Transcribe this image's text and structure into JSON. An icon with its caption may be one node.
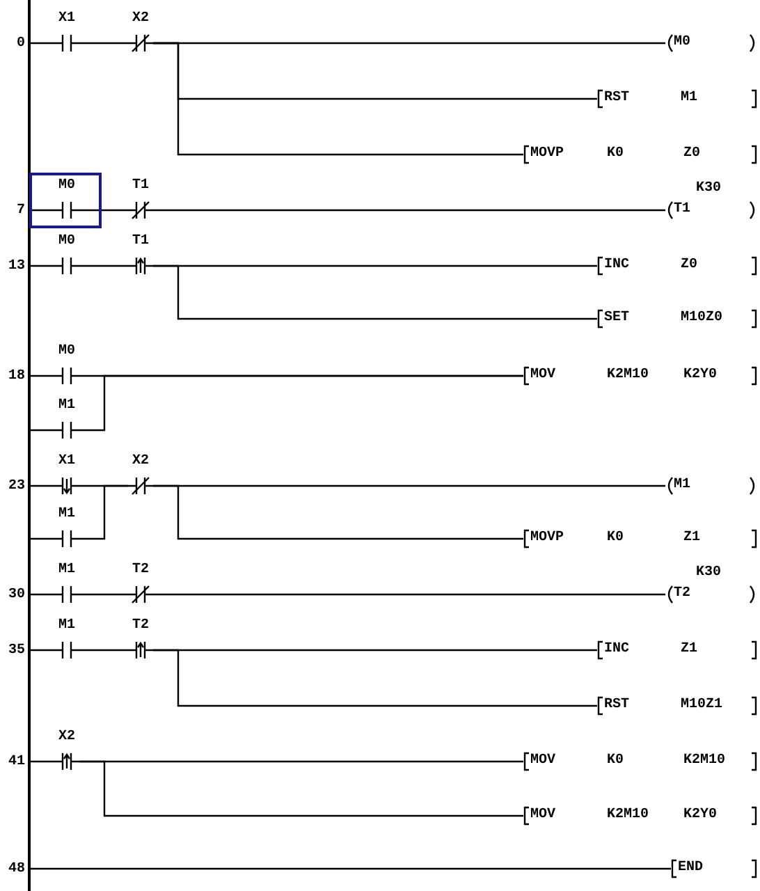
{
  "diagram": {
    "nodes": [
      {
        "text": [],
        "shape": "bar"
      },
      {
        "text": [
          "X1"
        ]
      },
      {
        "text": [
          "X2"
        ]
      },
      {
        "text": [
          "M0"
        ]
      },
      {
        "text": [
          "RST",
          "M1"
        ]
      },
      {
        "text": [
          "MOVP",
          "K0",
          "Z0"
        ]
      },
      {
        "text": [
          "M0"
        ]
      },
      {
        "text": [
          "T1"
        ]
      },
      {
        "text": [
          "T1"
        ],
        "beside": [
          "K30"
        ]
      },
      {
        "text": [
          "M0"
        ]
      },
      {
        "text": [
          "T1"
        ]
      },
      {
        "text": [
          "INC",
          "Z0"
        ]
      },
      {
        "text": [
          "SET",
          "M10Z0"
        ]
      },
      {
        "text": [
          "M0"
        ]
      },
      {
        "text": [
          "M1"
        ]
      },
      {
        "text": [
          "MOV",
          "K2M10",
          "K2Y0"
        ]
      },
      {
        "text": [
          "X1"
        ]
      },
      {
        "text": [
          "M1"
        ]
      },
      {
        "text": [
          "X2"
        ]
      },
      {
        "text": [
          "M1"
        ]
      },
      {
        "text": [
          "MOVP",
          "K0",
          "Z1"
        ]
      },
      {
        "text": [
          "M1"
        ]
      },
      {
        "text": [
          "T2"
        ]
      },
      {
        "text": [
          "T2"
        ],
        "beside": [
          "K30"
        ]
      },
      {
        "text": [
          "M1"
        ]
      },
      {
        "text": [
          "T2"
        ]
      },
      {
        "text": [
          "INC",
          "Z1"
        ]
      },
      {
        "text": [
          "RST",
          "M10Z1"
        ]
      },
      {
        "text": [
          "X2"
        ]
      },
      {
        "text": [
          "MOV",
          "K0",
          "K2M10"
        ]
      },
      {
        "text": [
          "MOV",
          "K2M10",
          "K2Y0"
        ]
      },
      {
        "text": [
          "END"
        ]
      }
    ],
    "edges": [
      {
        "from": 0,
        "to": 1,
        "arrow": "none"
      },
      {
        "from": 1,
        "to": 2,
        "arrow": "none"
      },
      {
        "from": 2,
        "to": 3,
        "arrow": "none"
      },
      {
        "from": 2,
        "to": 4,
        "arrow": "none"
      },
      {
        "from": 2,
        "to": 5,
        "arrow": "none"
      },
      {
        "from": 0,
        "to": 6,
        "arrow": "none"
      },
      {
        "from": 6,
        "to": 7,
        "arrow": "none"
      },
      {
        "from": 7,
        "to": 8,
        "arrow": "none"
      },
      {
        "from": 0,
        "to": 9,
        "arrow": "none"
      },
      {
        "from": 9,
        "to": 10,
        "arrow": "none"
      },
      {
        "from": 10,
        "to": 11,
        "arrow": "none"
      },
      {
        "from": 10,
        "to": 12,
        "arrow": "none"
      },
      {
        "from": 0,
        "to": 13,
        "arrow": "none"
      },
      {
        "from": 0,
        "to": 14,
        "arrow": "none"
      },
      {
        "from": 13,
        "to": 15,
        "arrow": "none"
      },
      {
        "from": 14,
        "to": 15,
        "arrow": "none"
      },
      {
        "from": 0,
        "to": 16,
        "arrow": "none"
      },
      {
        "from": 0,
        "to": 17,
        "arrow": "none"
      },
      {
        "from": 16,
        "to": 18,
        "arrow": "none"
      },
      {
        "from": 17,
        "to": 18,
        "arrow": "none"
      },
      {
        "from": 18,
        "to": 19,
        "arrow": "none"
      },
      {
        "from": 18,
        "to": 20,
        "arrow": "none"
      },
      {
        "from": 0,
        "to": 21,
        "arrow": "none"
      },
      {
        "from": 21,
        "to": 22,
        "arrow": "none"
      },
      {
        "from": 22,
        "to": 23,
        "arrow": "none"
      },
      {
        "from": 0,
        "to": 24,
        "arrow": "none"
      },
      {
        "from": 24,
        "to": 25,
        "arrow": "none"
      },
      {
        "from": 25,
        "to": 26,
        "arrow": "none"
      },
      {
        "from": 25,
        "to": 27,
        "arrow": "none"
      },
      {
        "from": 0,
        "to": 28,
        "arrow": "none"
      },
      {
        "from": 28,
        "to": 29,
        "arrow": "none"
      },
      {
        "from": 28,
        "to": 30,
        "arrow": "none"
      },
      {
        "from": 0,
        "to": 31,
        "arrow": "none"
      }
    ],
    "labels": [
      "0",
      "7",
      "13",
      "18",
      "23",
      "30",
      "35",
      "41",
      "48"
    ]
  }
}
